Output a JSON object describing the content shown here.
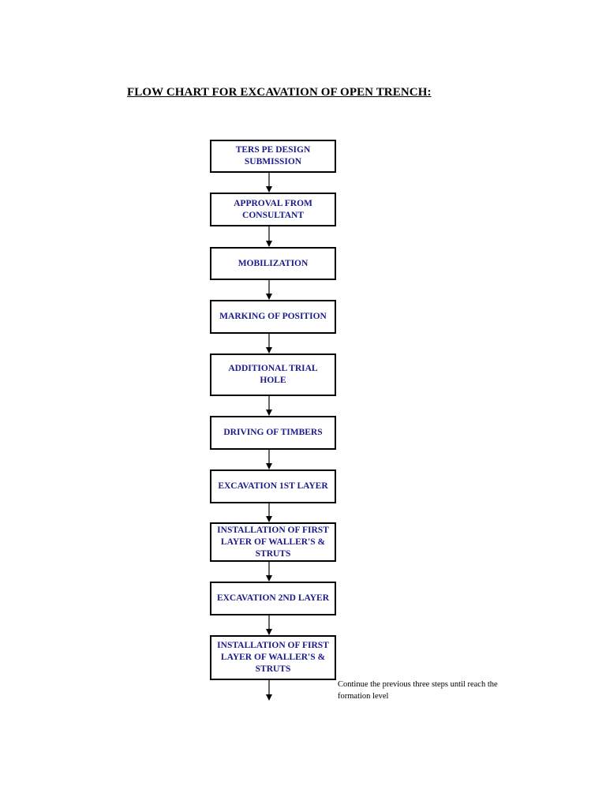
{
  "title": "FLOW CHART FOR EXCAVATION OF OPEN TRENCH:",
  "steps": [
    "TERS PE DESIGN\nSUBMISSION",
    "APPROVAL FROM\nCONSULTANT",
    "MOBILIZATION",
    "MARKING OF POSITION",
    "ADDITIONAL TRIAL HOLE",
    "DRIVING OF TIMBERS",
    "EXCAVATION 1ST LAYER",
    "INSTALLATION OF FIRST\nLAYER OF WALLER'S &\nSTRUTS",
    "EXCAVATION 2ND LAYER",
    "INSTALLATION OF FIRST\nLAYER OF WALLER'S &\nSTRUTS"
  ],
  "note": "Continue the previous three steps until reach the formation level",
  "colors": {
    "step_text": "#1a1a8c",
    "border": "#000000"
  }
}
